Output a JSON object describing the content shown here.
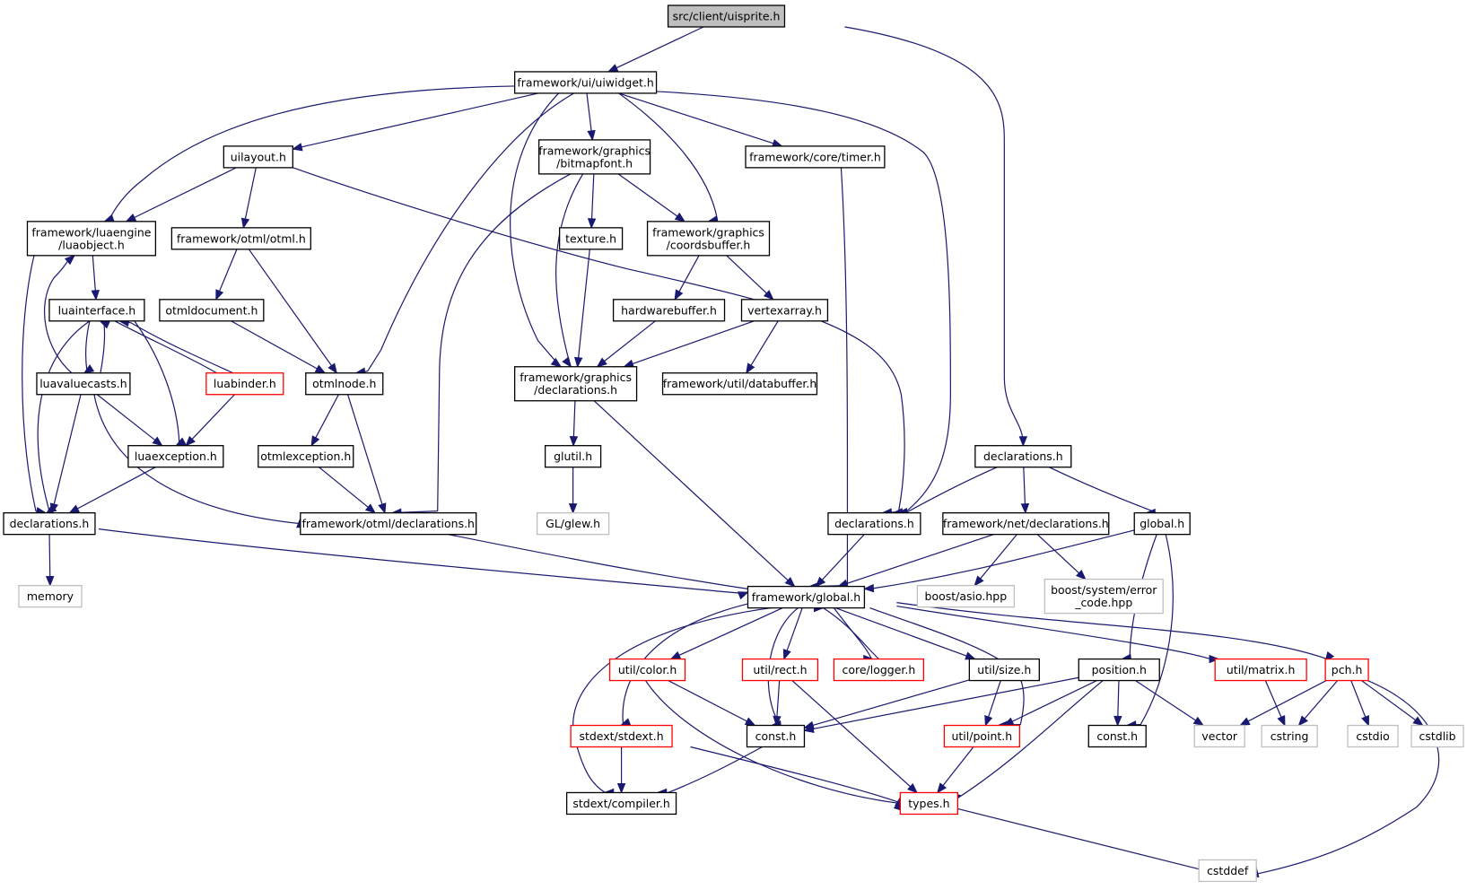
{
  "colors": {
    "edge": "#191970",
    "border_normal": "#000000",
    "border_truncated": "#ff0000",
    "border_external": "#bfbfbf",
    "fill_root": "#bfbfbf",
    "fill_default": "#ffffff"
  },
  "nodes": [
    {
      "id": "uisprite",
      "lines": [
        "src/client/uisprite.h"
      ],
      "kind": "root"
    },
    {
      "id": "uiwidget",
      "lines": [
        "framework/ui/uiwidget.h"
      ],
      "kind": "normal"
    },
    {
      "id": "uilayout",
      "lines": [
        "uilayout.h"
      ],
      "kind": "normal"
    },
    {
      "id": "bitmapfont",
      "lines": [
        "framework/graphics",
        "/bitmapfont.h"
      ],
      "kind": "normal"
    },
    {
      "id": "timer",
      "lines": [
        "framework/core/timer.h"
      ],
      "kind": "normal"
    },
    {
      "id": "luaobject",
      "lines": [
        "framework/luaengine",
        "/luaobject.h"
      ],
      "kind": "normal"
    },
    {
      "id": "otml",
      "lines": [
        "framework/otml/otml.h"
      ],
      "kind": "normal"
    },
    {
      "id": "texture",
      "lines": [
        "texture.h"
      ],
      "kind": "normal"
    },
    {
      "id": "coordsbuffer",
      "lines": [
        "framework/graphics",
        "/coordsbuffer.h"
      ],
      "kind": "normal"
    },
    {
      "id": "luainterface",
      "lines": [
        "luainterface.h"
      ],
      "kind": "normal"
    },
    {
      "id": "otmldocument",
      "lines": [
        "otmldocument.h"
      ],
      "kind": "normal"
    },
    {
      "id": "hardwarebuffer",
      "lines": [
        "hardwarebuffer.h"
      ],
      "kind": "normal"
    },
    {
      "id": "vertexarray",
      "lines": [
        "vertexarray.h"
      ],
      "kind": "normal"
    },
    {
      "id": "luavaluecasts",
      "lines": [
        "luavaluecasts.h"
      ],
      "kind": "normal"
    },
    {
      "id": "luabinder",
      "lines": [
        "luabinder.h"
      ],
      "kind": "truncated"
    },
    {
      "id": "otmlnode",
      "lines": [
        "otmlnode.h"
      ],
      "kind": "normal"
    },
    {
      "id": "gdecl",
      "lines": [
        "framework/graphics",
        "/declarations.h"
      ],
      "kind": "normal"
    },
    {
      "id": "databuffer",
      "lines": [
        "framework/util/databuffer.h"
      ],
      "kind": "normal"
    },
    {
      "id": "luaexception",
      "lines": [
        "luaexception.h"
      ],
      "kind": "normal"
    },
    {
      "id": "otmlexception",
      "lines": [
        "otmlexception.h"
      ],
      "kind": "normal"
    },
    {
      "id": "glutil",
      "lines": [
        "glutil.h"
      ],
      "kind": "normal"
    },
    {
      "id": "cdecl",
      "lines": [
        "declarations.h"
      ],
      "kind": "normal"
    },
    {
      "id": "ldecl",
      "lines": [
        "declarations.h"
      ],
      "kind": "normal"
    },
    {
      "id": "odecl",
      "lines": [
        "framework/otml/declarations.h"
      ],
      "kind": "normal"
    },
    {
      "id": "glew",
      "lines": [
        "GL/glew.h"
      ],
      "kind": "external"
    },
    {
      "id": "udecl",
      "lines": [
        "declarations.h"
      ],
      "kind": "normal"
    },
    {
      "id": "ndecl",
      "lines": [
        "framework/net/declarations.h"
      ],
      "kind": "normal"
    },
    {
      "id": "globalh",
      "lines": [
        "global.h"
      ],
      "kind": "normal"
    },
    {
      "id": "memory",
      "lines": [
        "memory"
      ],
      "kind": "external"
    },
    {
      "id": "fglobal",
      "lines": [
        "framework/global.h"
      ],
      "kind": "normal"
    },
    {
      "id": "asio",
      "lines": [
        "boost/asio.hpp"
      ],
      "kind": "external"
    },
    {
      "id": "errcode",
      "lines": [
        "boost/system/error",
        "_code.hpp"
      ],
      "kind": "external"
    },
    {
      "id": "color",
      "lines": [
        "util/color.h"
      ],
      "kind": "truncated"
    },
    {
      "id": "rect",
      "lines": [
        "util/rect.h"
      ],
      "kind": "truncated"
    },
    {
      "id": "logger",
      "lines": [
        "core/logger.h"
      ],
      "kind": "truncated"
    },
    {
      "id": "size",
      "lines": [
        "util/size.h"
      ],
      "kind": "normal"
    },
    {
      "id": "position",
      "lines": [
        "position.h"
      ],
      "kind": "normal"
    },
    {
      "id": "matrix",
      "lines": [
        "util/matrix.h"
      ],
      "kind": "truncated"
    },
    {
      "id": "pch",
      "lines": [
        "pch.h"
      ],
      "kind": "truncated"
    },
    {
      "id": "stdext",
      "lines": [
        "stdext/stdext.h"
      ],
      "kind": "truncated"
    },
    {
      "id": "const1",
      "lines": [
        "const.h"
      ],
      "kind": "normal"
    },
    {
      "id": "point",
      "lines": [
        "util/point.h"
      ],
      "kind": "truncated"
    },
    {
      "id": "const2",
      "lines": [
        "const.h"
      ],
      "kind": "normal"
    },
    {
      "id": "vector",
      "lines": [
        "vector"
      ],
      "kind": "external"
    },
    {
      "id": "cstring",
      "lines": [
        "cstring"
      ],
      "kind": "external"
    },
    {
      "id": "cstdio",
      "lines": [
        "cstdio"
      ],
      "kind": "external"
    },
    {
      "id": "cstdlib",
      "lines": [
        "cstdlib"
      ],
      "kind": "external"
    },
    {
      "id": "compiler",
      "lines": [
        "stdext/compiler.h"
      ],
      "kind": "normal"
    },
    {
      "id": "types",
      "lines": [
        "types.h"
      ],
      "kind": "truncated"
    },
    {
      "id": "cstddef",
      "lines": [
        "cstddef"
      ],
      "kind": "external"
    }
  ],
  "edges": [
    [
      "uisprite",
      "uiwidget"
    ],
    [
      "uisprite",
      "udecl"
    ],
    [
      "uiwidget",
      "uilayout"
    ],
    [
      "uiwidget",
      "luaobject"
    ],
    [
      "uiwidget",
      "bitmapfont"
    ],
    [
      "uiwidget",
      "coordsbuffer"
    ],
    [
      "uiwidget",
      "timer"
    ],
    [
      "uiwidget",
      "otmlnode"
    ],
    [
      "uiwidget",
      "gdecl"
    ],
    [
      "uiwidget",
      "cdecl"
    ],
    [
      "uilayout",
      "luaobject"
    ],
    [
      "uilayout",
      "otml"
    ],
    [
      "uilayout",
      "cdecl"
    ],
    [
      "bitmapfont",
      "texture"
    ],
    [
      "bitmapfont",
      "coordsbuffer"
    ],
    [
      "bitmapfont",
      "gdecl"
    ],
    [
      "bitmapfont",
      "odecl"
    ],
    [
      "timer",
      "fglobal"
    ],
    [
      "luaobject",
      "luainterface"
    ],
    [
      "luaobject",
      "ldecl"
    ],
    [
      "otml",
      "otmldocument"
    ],
    [
      "otml",
      "otmlnode"
    ],
    [
      "texture",
      "gdecl"
    ],
    [
      "coordsbuffer",
      "hardwarebuffer"
    ],
    [
      "coordsbuffer",
      "vertexarray"
    ],
    [
      "hardwarebuffer",
      "gdecl"
    ],
    [
      "vertexarray",
      "gdecl"
    ],
    [
      "vertexarray",
      "databuffer"
    ],
    [
      "luainterface",
      "luavaluecasts"
    ],
    [
      "luainterface",
      "luabinder"
    ],
    [
      "luainterface",
      "luaexception"
    ],
    [
      "luainterface",
      "ldecl"
    ],
    [
      "luavaluecasts",
      "luainterface"
    ],
    [
      "luavaluecasts",
      "luaobject"
    ],
    [
      "luavaluecasts",
      "luaexception"
    ],
    [
      "luavaluecasts",
      "ldecl"
    ],
    [
      "luavaluecasts",
      "odecl"
    ],
    [
      "luabinder",
      "luainterface"
    ],
    [
      "luabinder",
      "luaexception"
    ],
    [
      "otmldocument",
      "otmlnode"
    ],
    [
      "otmlnode",
      "otmlexception"
    ],
    [
      "otmlnode",
      "odecl"
    ],
    [
      "otmlexception",
      "odecl"
    ],
    [
      "luaexception",
      "ldecl"
    ],
    [
      "gdecl",
      "glutil"
    ],
    [
      "gdecl",
      "fglobal"
    ],
    [
      "glutil",
      "glew"
    ],
    [
      "ldecl",
      "memory"
    ],
    [
      "ldecl",
      "fglobal"
    ],
    [
      "odecl",
      "fglobal"
    ],
    [
      "cdecl",
      "fglobal"
    ],
    [
      "udecl",
      "cdecl"
    ],
    [
      "udecl",
      "ndecl"
    ],
    [
      "udecl",
      "globalh"
    ],
    [
      "ndecl",
      "fglobal"
    ],
    [
      "ndecl",
      "asio"
    ],
    [
      "ndecl",
      "errcode"
    ],
    [
      "globalh",
      "fglobal"
    ],
    [
      "globalh",
      "position"
    ],
    [
      "globalh",
      "const2"
    ],
    [
      "fglobal",
      "color"
    ],
    [
      "fglobal",
      "rect"
    ],
    [
      "fglobal",
      "logger"
    ],
    [
      "fglobal",
      "size"
    ],
    [
      "fglobal",
      "matrix"
    ],
    [
      "fglobal",
      "pch"
    ],
    [
      "fglobal",
      "stdext"
    ],
    [
      "fglobal",
      "const1"
    ],
    [
      "fglobal",
      "point"
    ],
    [
      "fglobal",
      "compiler"
    ],
    [
      "logger",
      "fglobal"
    ],
    [
      "color",
      "const1"
    ],
    [
      "color",
      "types"
    ],
    [
      "rect",
      "const1"
    ],
    [
      "rect",
      "types"
    ],
    [
      "size",
      "point"
    ],
    [
      "size",
      "const1"
    ],
    [
      "position",
      "const1"
    ],
    [
      "position",
      "point"
    ],
    [
      "position",
      "types"
    ],
    [
      "position",
      "const2"
    ],
    [
      "position",
      "vector"
    ],
    [
      "matrix",
      "cstring"
    ],
    [
      "pch",
      "vector"
    ],
    [
      "pch",
      "cstring"
    ],
    [
      "pch",
      "cstdio"
    ],
    [
      "pch",
      "cstdlib"
    ],
    [
      "pch",
      "cstddef"
    ],
    [
      "stdext",
      "compiler"
    ],
    [
      "stdext",
      "types"
    ],
    [
      "const1",
      "compiler"
    ],
    [
      "point",
      "types"
    ],
    [
      "types",
      "cstddef"
    ]
  ]
}
